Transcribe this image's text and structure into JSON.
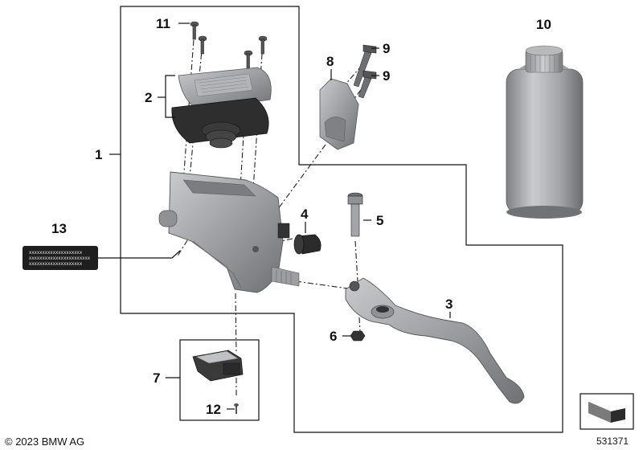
{
  "callouts": {
    "c1": "1",
    "c2": "2",
    "c3": "3",
    "c4": "4",
    "c5": "5",
    "c6": "6",
    "c7": "7",
    "c8": "8",
    "c9a": "9",
    "c9b": "9",
    "c10": "10",
    "c11": "11",
    "c12": "12",
    "c13": "13"
  },
  "label_13": {
    "lines": [
      "XXXXXXXXXXXXXXXXXXXX",
      "XXXXXXXXXXXXXXXXXXXXXXX",
      "XXXXXXXXXXXXXXXXXXXX"
    ]
  },
  "footer": {
    "copyright": "© 2023 BMW AG",
    "diagram_number": "531371"
  },
  "colors": {
    "metal": "#a7a9ac",
    "metal_dark": "#6d6f72",
    "rubber": "#2b2b2b",
    "label_bg": "#1e1e1e"
  }
}
